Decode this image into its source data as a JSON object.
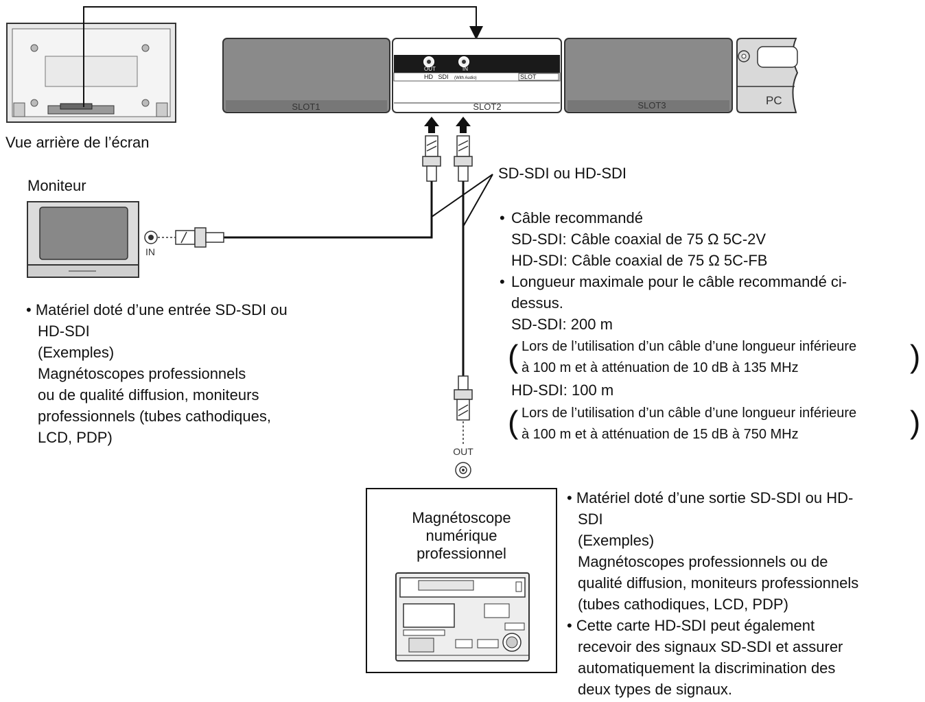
{
  "display": {
    "rear_caption": "Vue arrière de l’écran",
    "slots": [
      "SLOT1",
      "SLOT2",
      "SLOT3"
    ],
    "pc_label": "PC",
    "board_out": "OUT",
    "board_in": "IN",
    "board_hd_sdi": "HD   SDI",
    "board_with_audio": "(With Audio)",
    "board_slot": "SLOT"
  },
  "signal_label": "SD-SDI ou HD-SDI",
  "monitor": {
    "title": "Moniteur",
    "in_label": "IN",
    "notes": [
      "• Matériel doté d’une entrée SD-SDI ou",
      "HD-SDI",
      "(Exemples)",
      " Magnétoscopes professionnels",
      "ou de qualité diffusion, moniteurs",
      "professionnels (tubes cathodiques,",
      "LCD, PDP)"
    ]
  },
  "cable": {
    "recommended_title": "Câble recommandé",
    "recommended_sd": "SD-SDI: Câble coaxial de 75 Ω 5C-2V",
    "recommended_hd": "HD-SDI: Câble coaxial de 75 Ω 5C-FB",
    "max_length_line1": "Longueur maximale pour le câble recommandé ci-",
    "max_length_line2": "dessus.",
    "sd_length": "SD-SDI: 200 m",
    "sd_note_line1": "Lors de l’utilisation d’un câble d’une longueur inférieure",
    "sd_note_line2": "à 100 m et à atténuation de 10 dB à 135 MHz",
    "hd_length": "HD-SDI: 100 m",
    "hd_note_line1": "Lors de l’utilisation d’un câble d’une longueur inférieure",
    "hd_note_line2": "à 100 m et à atténuation de 15 dB à 750 MHz"
  },
  "vtr": {
    "title_line1": "Magnétoscope",
    "title_line2": "numérique",
    "title_line3": "professionnel",
    "out_label": "OUT",
    "notes": [
      "• Matériel doté d’une sortie SD-SDI ou HD-",
      "SDI",
      "(Exemples)",
      "Magnétoscopes professionnels ou de",
      "qualité diffusion, moniteurs professionnels",
      "(tubes cathodiques, LCD, PDP)",
      "• Cette carte HD-SDI peut également",
      "recevoir des signaux SD-SDI et assurer",
      "automatiquement la discrimination des",
      "deux types de signaux."
    ]
  },
  "colors": {
    "line": "#111111",
    "panel_gray": "#8a8a8a",
    "panel_light": "#efefef",
    "board_black": "#1a1a1a"
  }
}
